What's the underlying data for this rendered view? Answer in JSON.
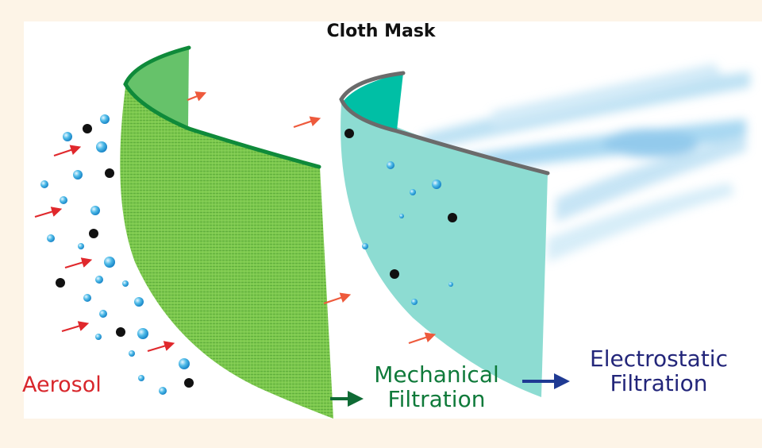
{
  "title": "Cloth Mask",
  "labels": {
    "aerosol": "Aerosol",
    "mechanical_line1": "Mechanical",
    "mechanical_line2": "Filtration",
    "electrostatic_line1": "Electrostatic",
    "electrostatic_line2": "Filtration"
  },
  "colors": {
    "background": "#fdf4e7",
    "outer_layer": "#7dc94e",
    "outer_layer_edge": "#0f8a3a",
    "inner_layer": "#8ddcd2",
    "inner_layer_top": "#00bfa5",
    "inner_layer_edge": "#6b6b6b",
    "aerosol_text": "#d8262b",
    "mechanical_text": "#0f7a3a",
    "electrostatic_text": "#23267a",
    "particle_blue": "#2aa7e0",
    "particle_black": "#111111",
    "flow_arrow": "#ee5a3c"
  }
}
